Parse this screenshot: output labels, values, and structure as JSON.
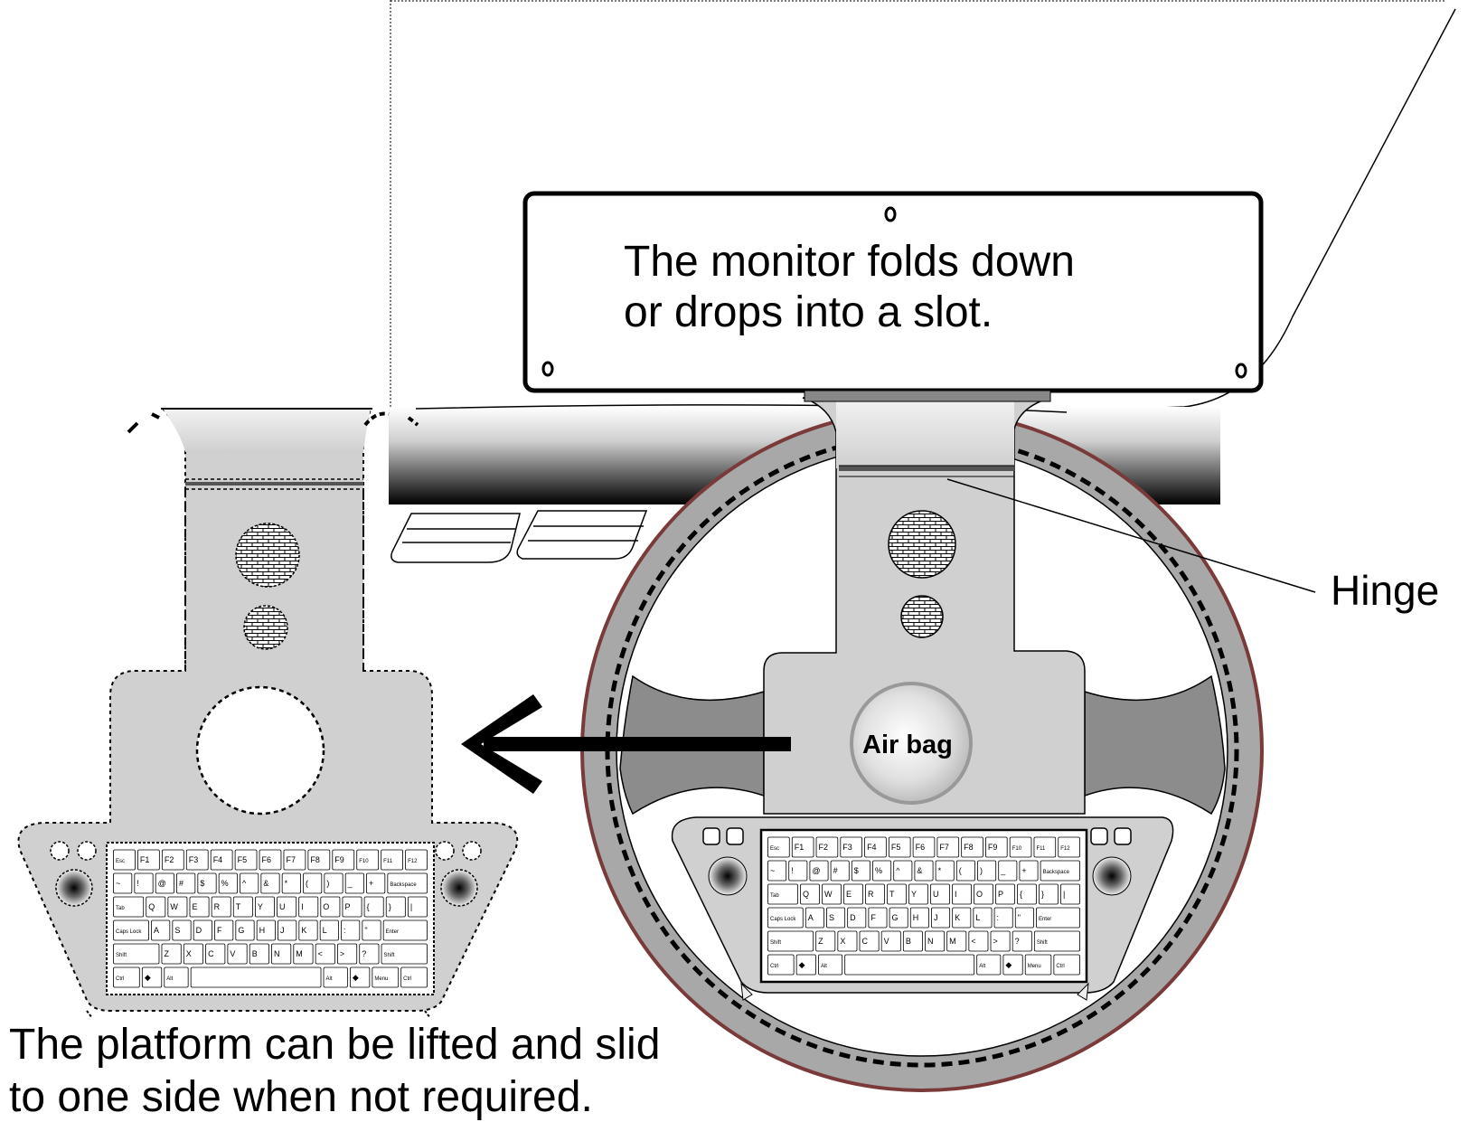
{
  "diagram": {
    "monitor_caption": [
      "The monitor folds down",
      "or drops into a slot."
    ],
    "hinge_label": "Hinge",
    "airbag_label": "Air bag",
    "platform_caption": [
      "The platform  can be lifted and slid",
      "to one side when not required."
    ]
  },
  "keyboard": {
    "rows": [
      [
        "Esc",
        "F1",
        "F2",
        "F3",
        "F4",
        "F5",
        "F6",
        "F7",
        "F8",
        "F9",
        "F10",
        "F11",
        "F12"
      ],
      [
        "~",
        "!",
        "@",
        "#",
        "$",
        "%",
        "^",
        "&",
        "*",
        "(",
        ")",
        "_",
        "+",
        "Backspace"
      ],
      [
        "Tab",
        "Q",
        "W",
        "E",
        "R",
        "T",
        "Y",
        "U",
        "I",
        "O",
        "P",
        "{",
        "}",
        "|"
      ],
      [
        "Caps Lock",
        "A",
        "S",
        "D",
        "F",
        "G",
        "H",
        "J",
        "K",
        "L",
        ":",
        "\"",
        "Enter"
      ],
      [
        "Shift",
        "Z",
        "X",
        "C",
        "V",
        "B",
        "N",
        "M",
        "<",
        ">",
        "?",
        "Shift"
      ],
      [
        "Ctrl",
        "◆",
        "Alt",
        "",
        "Alt",
        "◆",
        "Menu",
        "Ctrl"
      ]
    ]
  },
  "colors": {
    "panel_gray": "#cfcfcf",
    "wheel_rim": "#7a3a3a",
    "wheel_gray": "#a8a8a8"
  }
}
